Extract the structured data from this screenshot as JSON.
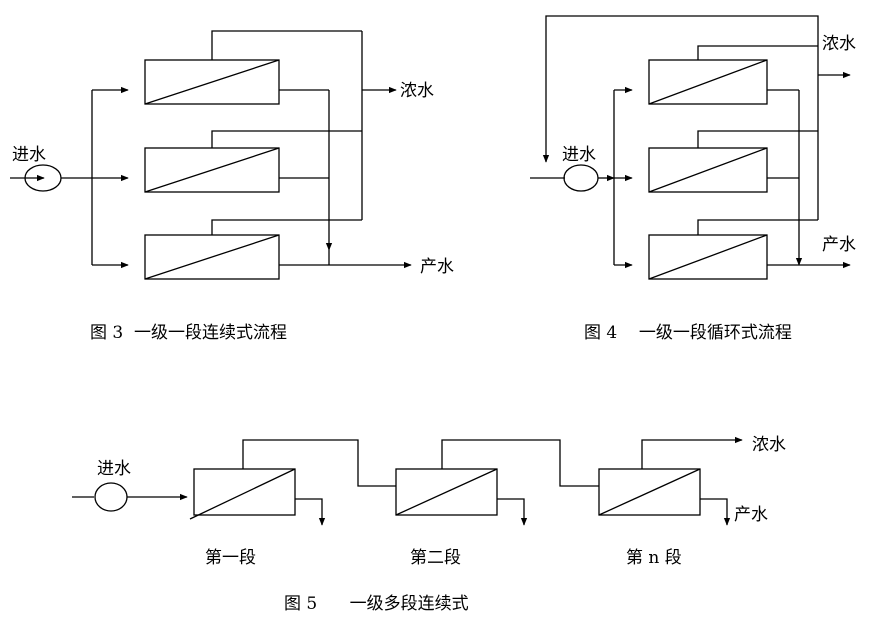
{
  "figure3": {
    "inlet_label": "进水",
    "concentrate_label": "浓水",
    "permeate_label": "产水",
    "caption": "图 3  一级一段连续式流程"
  },
  "figure4": {
    "inlet_label": "进水",
    "concentrate_label": "浓水",
    "permeate_label": "产水",
    "caption": "图 4    一级一段循环式流程"
  },
  "figure5": {
    "inlet_label": "进水",
    "concentrate_label": "浓水",
    "permeate_label": "产水",
    "stage_labels": [
      "第一段",
      "第二段",
      "第 n 段"
    ],
    "caption": "图 5      一级多段连续式"
  }
}
